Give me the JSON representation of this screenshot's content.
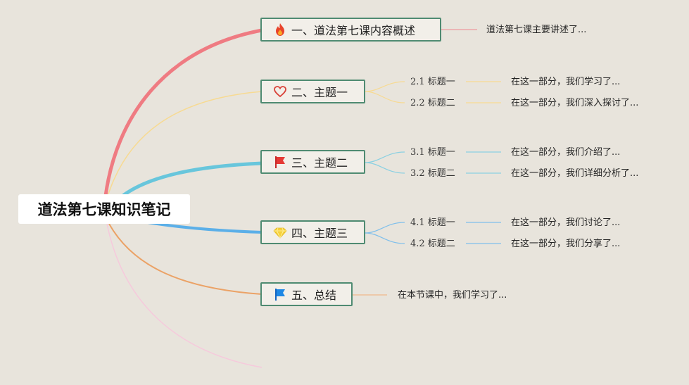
{
  "root": {
    "title": "道法第七课知识笔记"
  },
  "colors": {
    "branch1": "#ef7b82",
    "branch2": "#f7da92",
    "branch3": "#68c6dc",
    "branch4": "#5bafe8",
    "branch5": "#eba266",
    "branch6": "#f6c9dc",
    "node_border": "#4f8b72"
  },
  "topics": [
    {
      "label": "一、道法第七课内容概述",
      "icon": "fire-icon",
      "note": "道法第七课主要讲述了..."
    },
    {
      "label": "二、主题一",
      "icon": "heart-icon",
      "subs": [
        {
          "label": "2.1 标题一",
          "note": "在这一部分，我们学习了..."
        },
        {
          "label": "2.2 标题二",
          "note": "在这一部分，我们深入探讨了..."
        }
      ]
    },
    {
      "label": "三、主题二",
      "icon": "red-flag-icon",
      "subs": [
        {
          "label": "3.1 标题一",
          "note": "在这一部分，我们介绍了..."
        },
        {
          "label": "3.2 标题二",
          "note": "在这一部分，我们详细分析了..."
        }
      ]
    },
    {
      "label": "四、主题三",
      "icon": "diamond-icon",
      "subs": [
        {
          "label": "4.1 标题一",
          "note": "在这一部分，我们讨论了..."
        },
        {
          "label": "4.2 标题二",
          "note": "在这一部分，我们分享了..."
        }
      ]
    },
    {
      "label": "五、总结",
      "icon": "blue-flag-icon",
      "note": "在本节课中，我们学习了..."
    }
  ]
}
